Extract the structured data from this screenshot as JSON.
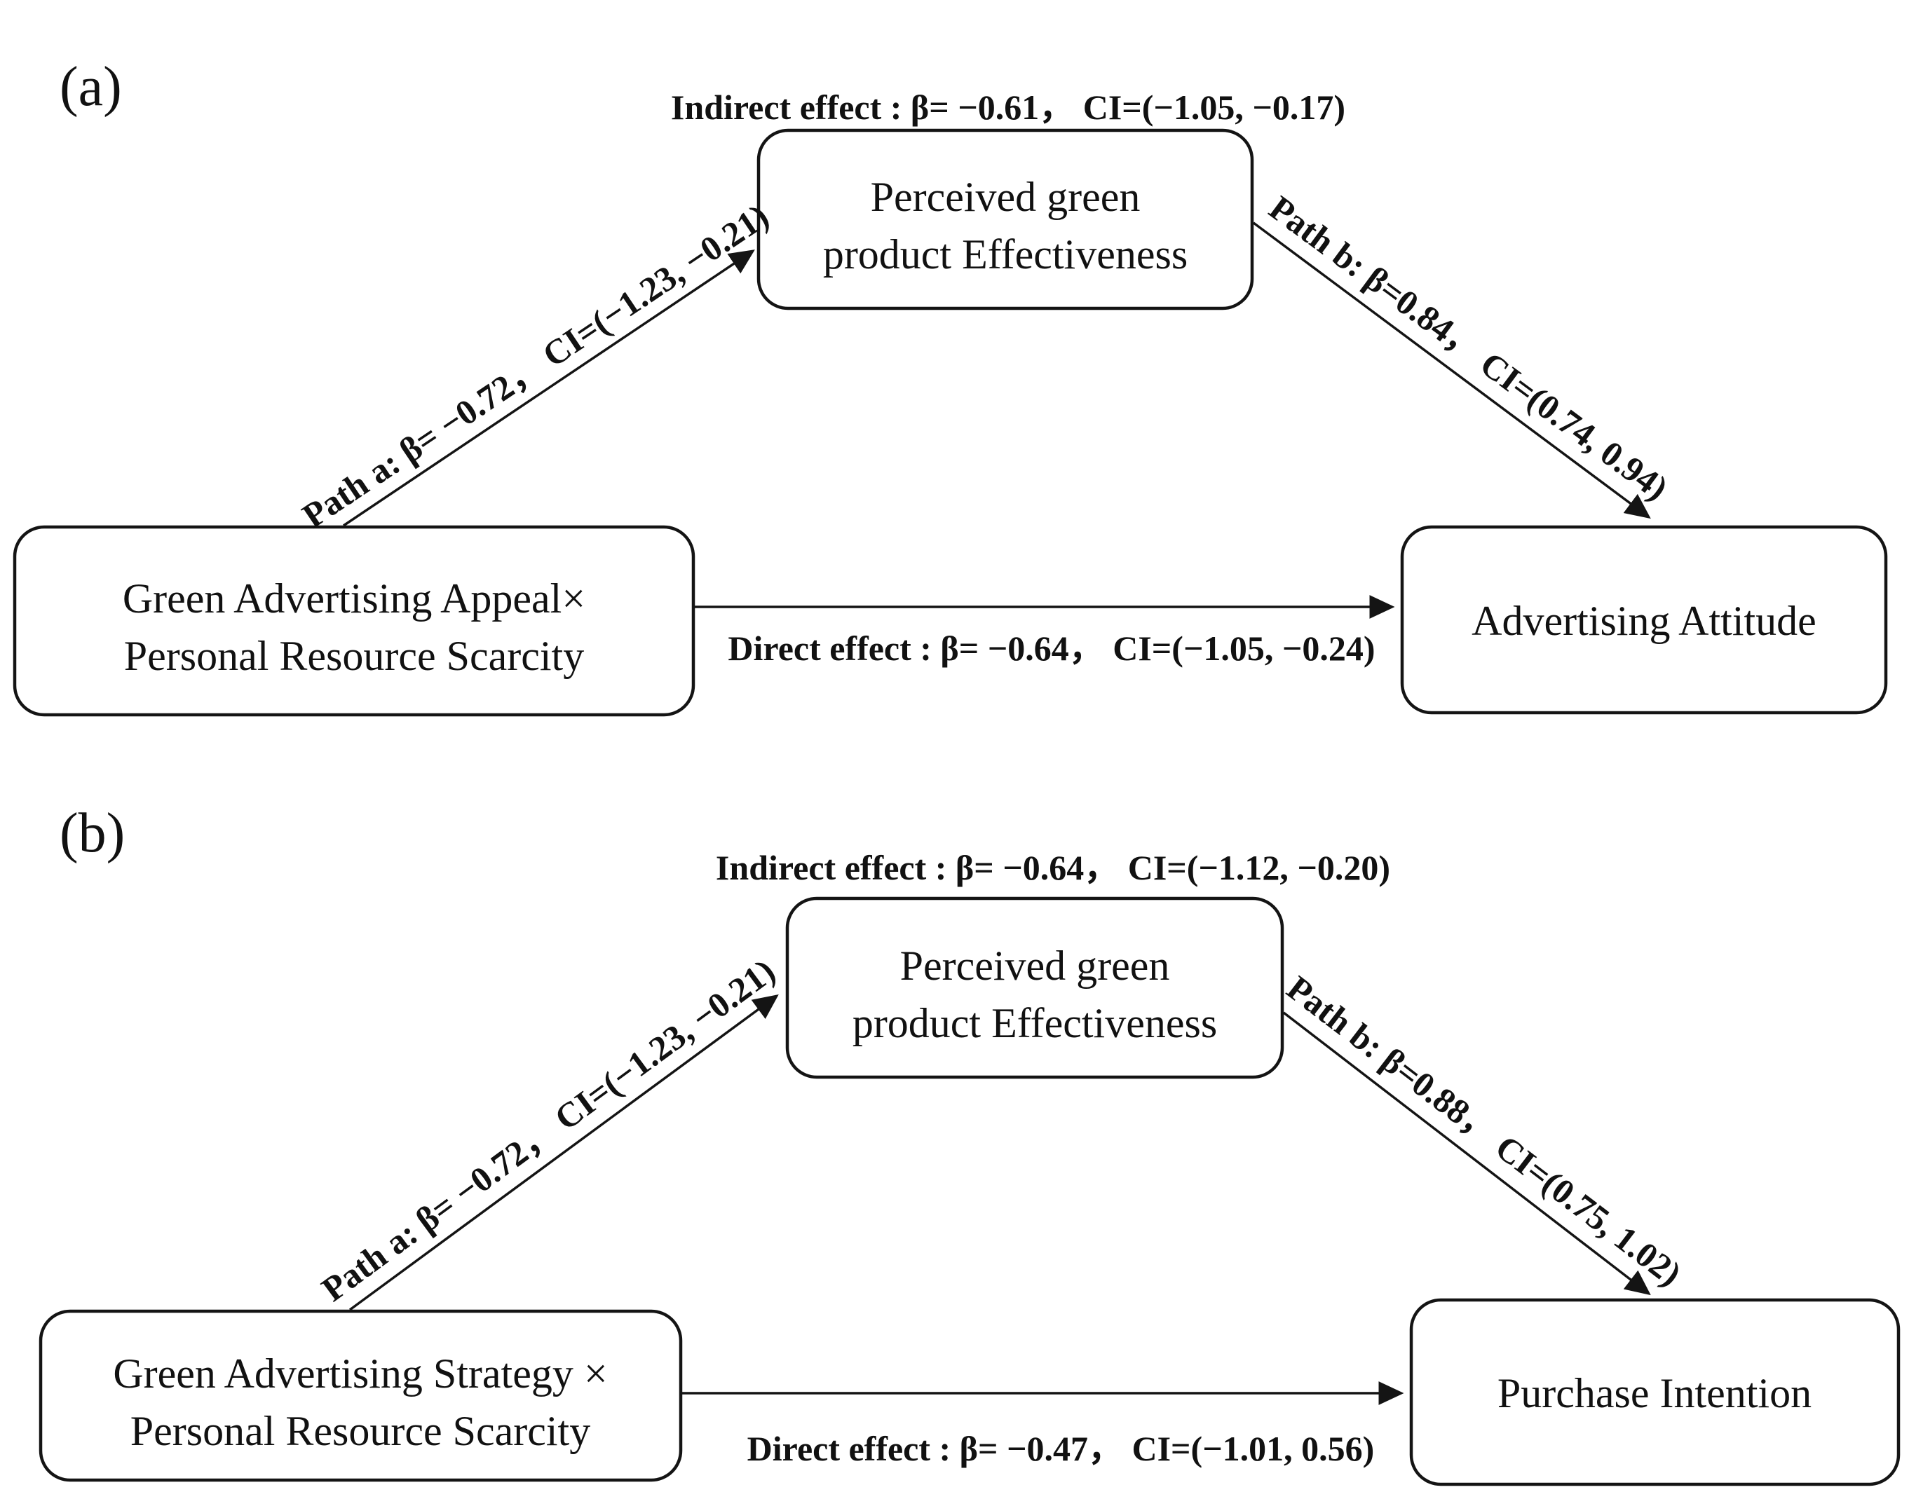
{
  "figure": {
    "type": "mediation-path-diagram",
    "background_color": "#ffffff",
    "ink_color": "#141414",
    "panels": [
      {
        "label": "(a)",
        "indirect_effect": "Indirect effect : β= −0.61， CI=(−1.05, −0.17)",
        "nodes": {
          "predictor": {
            "line1": "Green Advertising Appeal×",
            "line2": "Personal Resource Scarcity"
          },
          "mediator": {
            "line1": "Perceived green",
            "line2": "product Effectiveness"
          },
          "outcome": {
            "line1": "Advertising Attitude"
          }
        },
        "paths": {
          "path_a": "Path a: β= −0.72， CI=(−1.23, −0.21)",
          "path_b": "Path b: β=0.84， CI=(0.74, 0.94)",
          "direct_effect": "Direct effect : β= −0.64， CI=(−1.05, −0.24)"
        }
      },
      {
        "label": "(b)",
        "indirect_effect": "Indirect effect : β= −0.64， CI=(−1.12, −0.20)",
        "nodes": {
          "predictor": {
            "line1": "Green Advertising Strategy ×",
            "line2": "Personal Resource Scarcity"
          },
          "mediator": {
            "line1": "Perceived green",
            "line2": "product Effectiveness"
          },
          "outcome": {
            "line1": "Purchase Intention"
          }
        },
        "paths": {
          "path_a": "Path a: β= −0.72， CI=(−1.23, −0.21)",
          "path_b": "Path b: β=0.88， CI=(0.75, 1.02)",
          "direct_effect": "Direct effect : β= −0.47， CI=(−1.01, 0.56)"
        }
      }
    ]
  }
}
